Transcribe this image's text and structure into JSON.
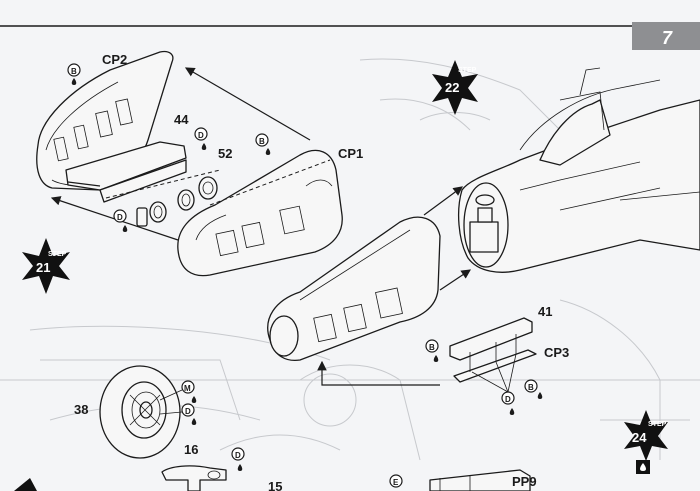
{
  "page_number": "7",
  "steps": [
    {
      "word": "STEP",
      "number": "21"
    },
    {
      "word": "STEP",
      "number": "22"
    },
    {
      "word": "STEP",
      "number": "24"
    }
  ],
  "part_labels": {
    "cp2": "CP2",
    "p44": "44",
    "p52": "52",
    "cp1": "CP1",
    "cp3": "CP3",
    "p41": "41",
    "p38": "38",
    "p16": "16",
    "p15": "15",
    "pp9": "PP9"
  },
  "paint_codes": {
    "b": "B",
    "d": "D",
    "m": "M",
    "e": "E"
  },
  "colors": {
    "ink": "#1b1b1b",
    "page_tab": "#8e8f92",
    "ghost": "#c7c9cd"
  }
}
